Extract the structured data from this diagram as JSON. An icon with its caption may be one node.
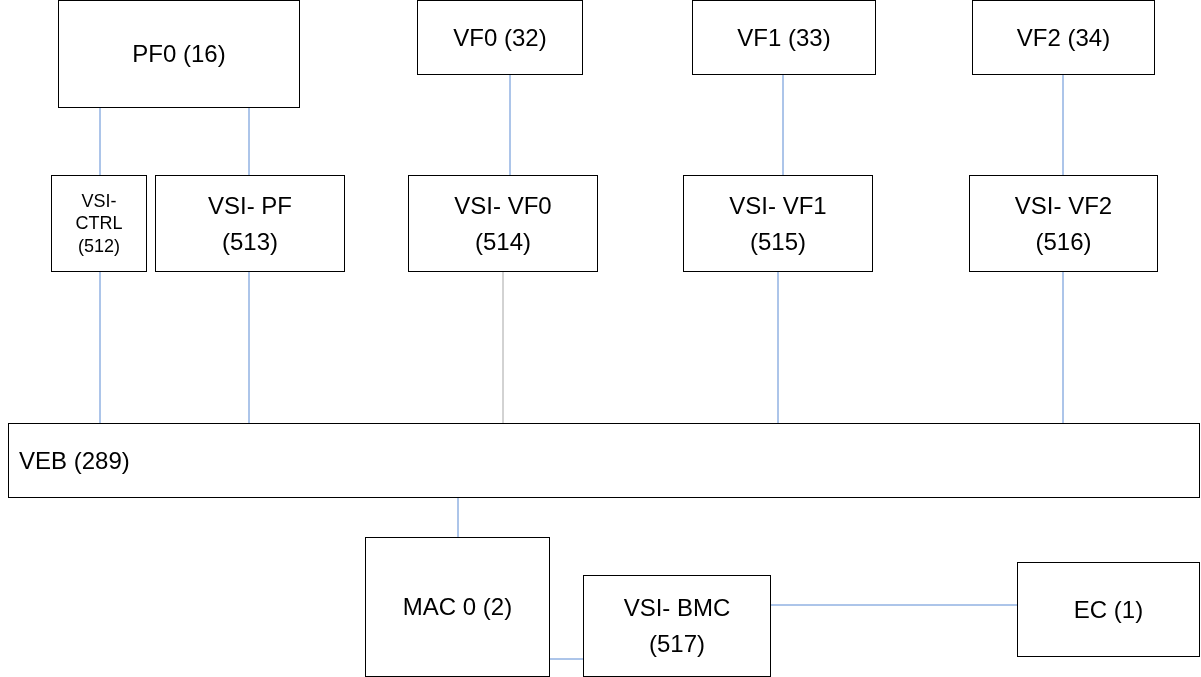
{
  "diagram": {
    "nodes": [
      {
        "text": [
          "PF0 (16)"
        ]
      },
      {
        "text": [
          "VF0 (32)"
        ]
      },
      {
        "text": [
          "VF1 (33)"
        ]
      },
      {
        "text": [
          "VF2 (34)"
        ]
      },
      {
        "text": [
          "VSI- CTRL (512)"
        ]
      },
      {
        "text": [
          "VSI- PF (513)"
        ]
      },
      {
        "text": [
          "VSI- VF0 (514)"
        ]
      },
      {
        "text": [
          "VSI- VF1 (515)"
        ]
      },
      {
        "text": [
          "VSI- VF2 (516)"
        ]
      },
      {
        "text": [
          "VEB (289)"
        ]
      },
      {
        "text": [
          "MAC 0 (2)"
        ]
      },
      {
        "text": [
          "VSI- BMC (517)"
        ]
      },
      {
        "text": [
          "EC (1)"
        ]
      }
    ],
    "edges": [
      {
        "from": 0,
        "to": 4,
        "arrow": "none"
      },
      {
        "from": 0,
        "to": 5,
        "arrow": "none"
      },
      {
        "from": 1,
        "to": 6,
        "arrow": "none"
      },
      {
        "from": 2,
        "to": 7,
        "arrow": "none"
      },
      {
        "from": 3,
        "to": 8,
        "arrow": "none"
      },
      {
        "from": 4,
        "to": 9,
        "arrow": "none"
      },
      {
        "from": 5,
        "to": 9,
        "arrow": "none"
      },
      {
        "from": 6,
        "to": 9,
        "arrow": "none",
        "color": "#a6a6a6"
      },
      {
        "from": 7,
        "to": 9,
        "arrow": "none"
      },
      {
        "from": 8,
        "to": 9,
        "arrow": "none"
      },
      {
        "from": 9,
        "to": 10,
        "arrow": "none"
      },
      {
        "from": 10,
        "to": 11,
        "arrow": "none"
      },
      {
        "from": 11,
        "to": 12,
        "arrow": "none"
      }
    ]
  }
}
